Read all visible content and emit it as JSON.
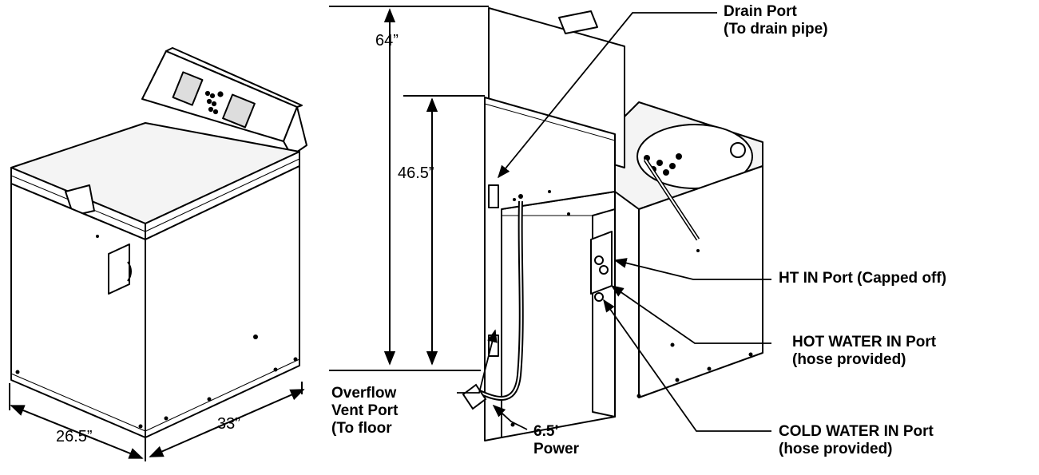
{
  "dimensions": {
    "height_lid_open": "64”",
    "height_lid_closed": "46.5”",
    "width": "26.5”",
    "depth": "33”"
  },
  "callouts": {
    "drain_port": {
      "line1": "Drain Port",
      "line2": "(To drain pipe)"
    },
    "ht_in_port": {
      "line1": "HT IN Port (Capped off)"
    },
    "hot_water_in_port": {
      "line1": "HOT WATER IN Port",
      "line2": "(hose provided)"
    },
    "cold_water_in_port": {
      "line1": "COLD WATER IN Port",
      "line2": "(hose provided)"
    },
    "overflow_vent_port": {
      "line1": "Overflow",
      "line2": "Vent Port",
      "line3": "(To floor"
    },
    "power_cord": {
      "line1": "6.5’",
      "line2": "Power"
    }
  },
  "colors": {
    "ink": "#000000",
    "background": "#ffffff",
    "panel": "#f4f4f4"
  }
}
